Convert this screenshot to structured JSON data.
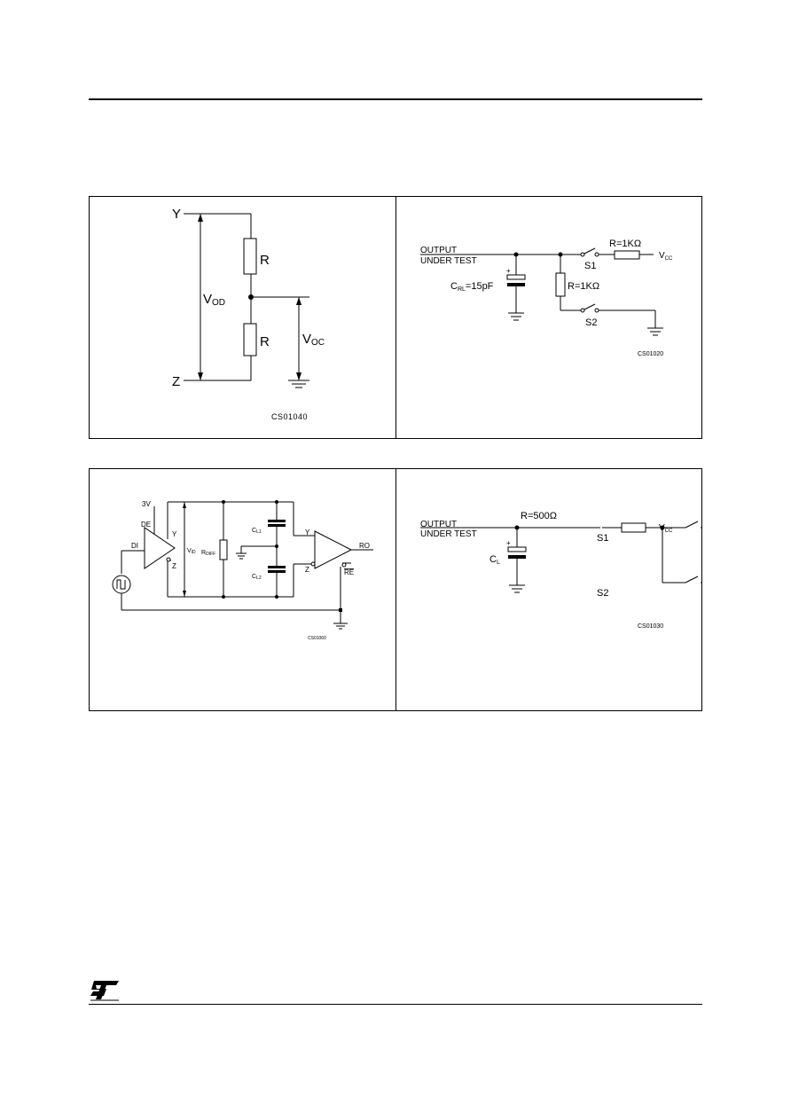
{
  "figures": {
    "vod_voc": {
      "label_y": "Y",
      "label_z": "Z",
      "label_r_top": "R",
      "label_r_bottom": "R",
      "label_vod_main": "V",
      "label_vod_sub": "OD",
      "label_voc_main": "V",
      "label_voc_sub": "OC",
      "code": "CS01040"
    },
    "load_15pf": {
      "output_line1": "OUTPUT",
      "output_line2": "UNDER TEST",
      "cap_main": "C",
      "cap_sub": "RL",
      "cap_value": "=15pF",
      "cap_plus": "+",
      "r_shunt": "R=1KΩ",
      "r_series": "R=1KΩ",
      "s1": "S1",
      "s2": "S2",
      "vcc_main": "V",
      "vcc_sub": "CC",
      "code": "CS01020"
    },
    "diff_driver": {
      "supply": "3V",
      "de": "DE",
      "di": "DI",
      "y_out": "Y",
      "z_out": "Z",
      "vid_main": "V",
      "vid_sub": "ID",
      "rdiff_main": "R",
      "rdiff_sub": "DIFF",
      "cl1_main": "C",
      "cl1_sub": "L1",
      "cl2_main": "C",
      "cl2_sub": "L2",
      "y_in": "Y",
      "z_in": "Z",
      "ro": "RO",
      "re": "RE",
      "code": "CS01060"
    },
    "load_500": {
      "output_line1": "OUTPUT",
      "output_line2": "UNDER TEST",
      "r_series": "R=500Ω",
      "cap_main": "C",
      "cap_sub": "L",
      "cap_plus": "+",
      "s1": "S1",
      "s2": "S2",
      "vcc_main": "V",
      "vcc_sub": "CC",
      "code": "CS01030"
    }
  }
}
